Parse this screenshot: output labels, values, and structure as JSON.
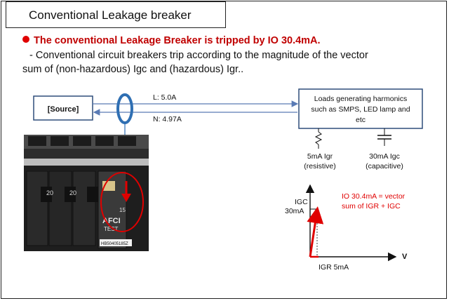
{
  "title": "Conventional Leakage breaker",
  "headline": "The conventional Leakage Breaker is tripped by IO 30.4mA.",
  "description_line1": "- Conventional circuit breakers trip according to the magnitude of the vector",
  "description_line2": "sum of (non-hazardous) Igc and (hazardous) Igr..",
  "source_label": "[Source]",
  "line_L_label": "L: 5.0A",
  "line_N_label": "N: 4.97A",
  "load_label_1": "Loads generating harmonics",
  "load_label_2": "such as SMPS, LED lamp and",
  "load_label_3": "etc",
  "resistor_value": "5mA Igr",
  "resistor_type": "(resistive)",
  "capacitor_value": "30mA Igc",
  "capacitor_type": "(capacitive)",
  "vector": {
    "y_axis_label": "IGC",
    "y_value_label": "30mA",
    "x_axis_label": "V",
    "x_value_label": "IGR 5mA",
    "result_label_1": "IO 30.4mA = vector",
    "result_label_2": "sum of IGR + IGC"
  },
  "photo": {
    "breaker_number_1": "20",
    "breaker_number_2": "20",
    "breaker_number_3": "15",
    "afci_label": "AFCI",
    "test_label": "TEST",
    "serial_label": "HB50405185Z"
  },
  "colors": {
    "accent_red": "#e00000",
    "line_blue": "#5a7bb5",
    "ring_blue": "#2f6fb3",
    "box_border": "#2e4d7a"
  }
}
